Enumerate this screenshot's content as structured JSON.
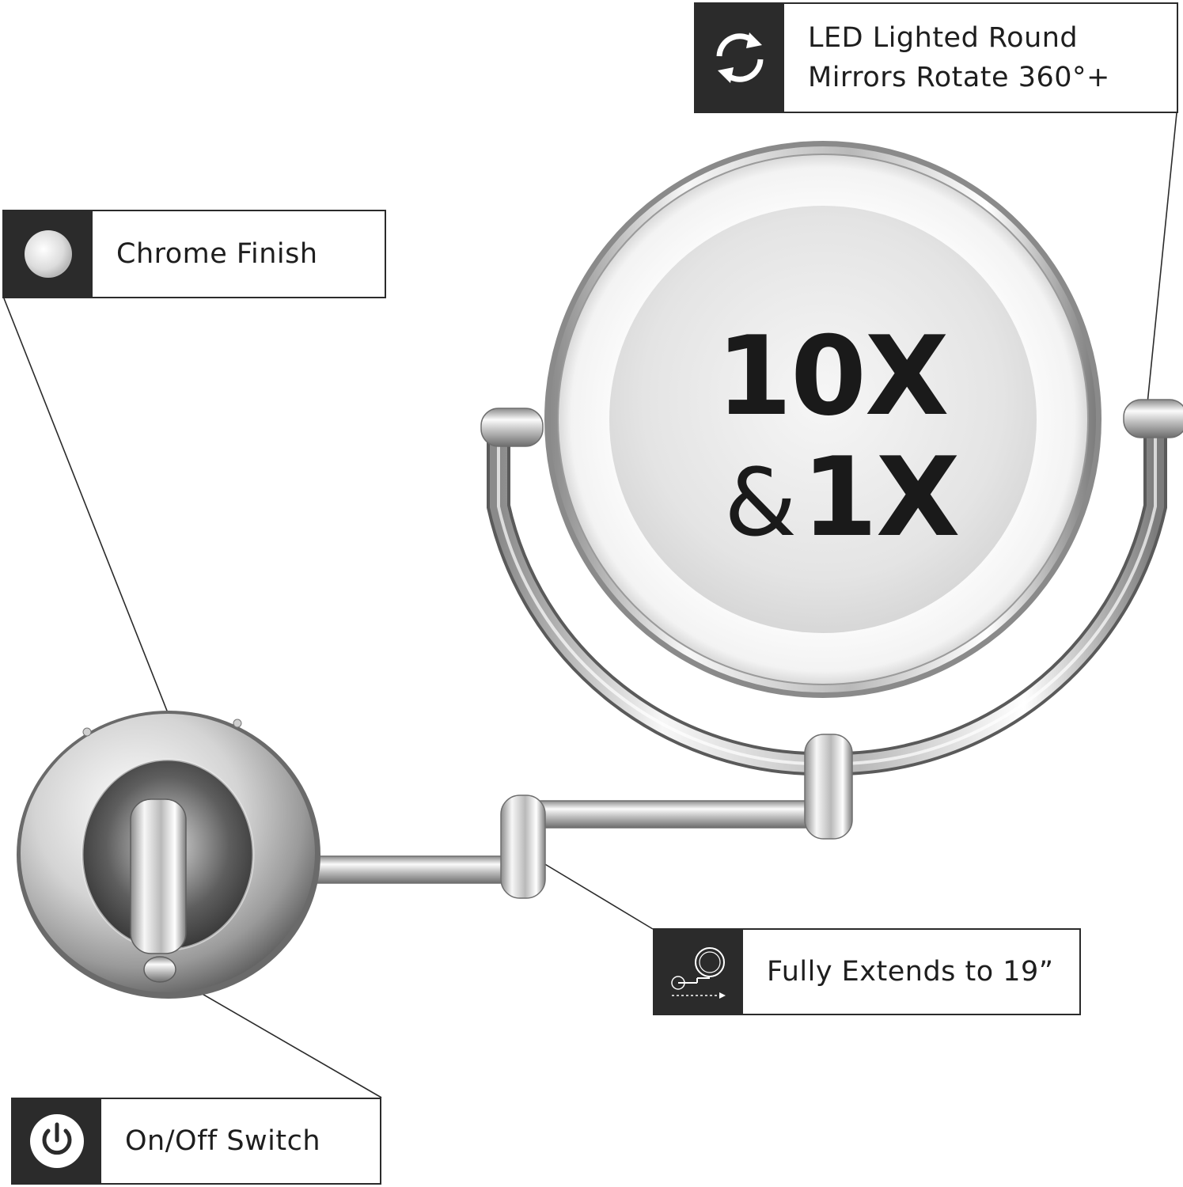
{
  "callouts": {
    "rotate": {
      "line1": "LED Lighted Round",
      "line2": "Mirrors Rotate 360°+",
      "icon": "rotate-arrows-icon"
    },
    "chrome": {
      "label": "Chrome Finish",
      "icon": "chrome-circle-icon"
    },
    "extend": {
      "label": "Fully Extends to 19”",
      "icon": "extend-arm-icon"
    },
    "switch": {
      "label": "On/Off Switch",
      "icon": "power-icon"
    }
  },
  "magnification": {
    "line1": "10X",
    "amp": "&",
    "line2": "1X"
  },
  "colors": {
    "dark": "#2b2b2b",
    "chrome_light": "#f2f2f2",
    "chrome_dark": "#6f6f6f",
    "mirror": "#e6e6e6"
  }
}
